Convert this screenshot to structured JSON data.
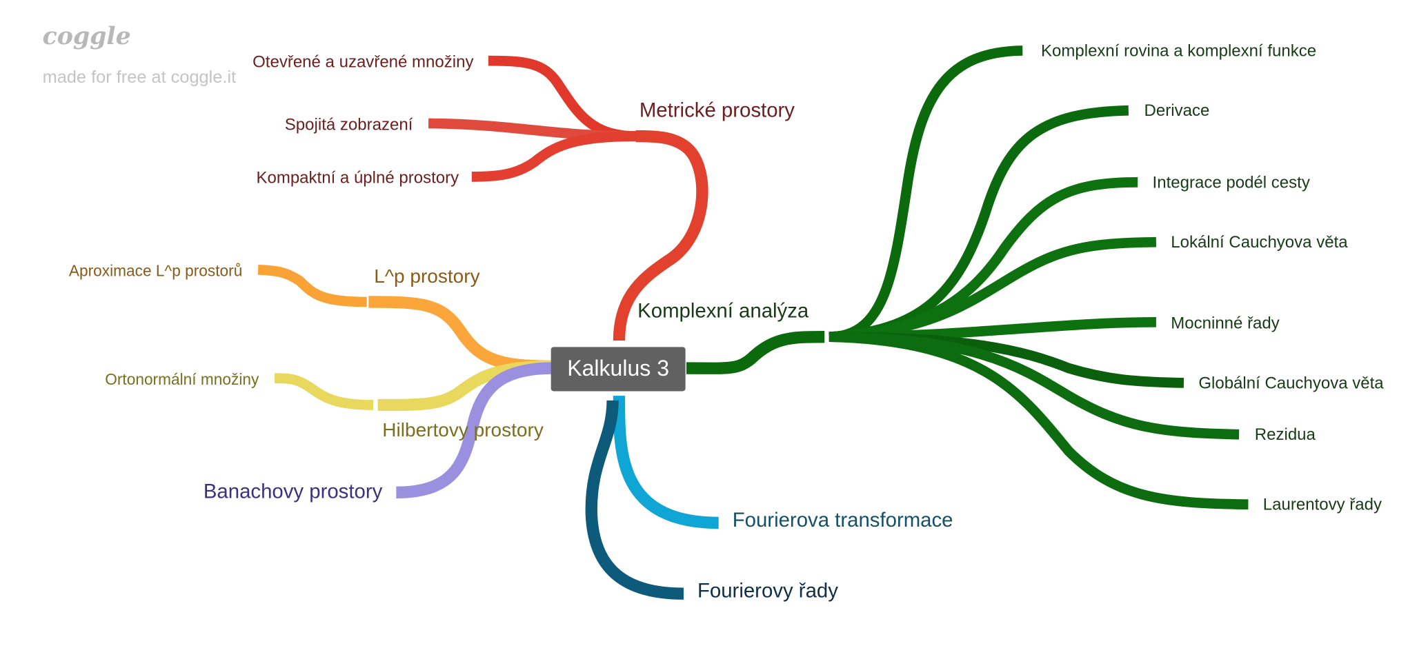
{
  "watermark": {
    "logo": "coggle",
    "tagline": "made for free at coggle.it"
  },
  "root": {
    "label": "Kalkulus 3",
    "color": "#616161"
  },
  "branches": [
    {
      "label": "Metrické prostory",
      "color": "#e04632",
      "text_color": "#6b2020",
      "children": [
        {
          "label": "Otevřené a uzavřené množiny"
        },
        {
          "label": "Spojitá zobrazení"
        },
        {
          "label": "Kompaktní a úplné prostory"
        }
      ]
    },
    {
      "label": "Komplexní analýza",
      "color": "#0b6b0e",
      "text_color": "#173b17",
      "children": [
        {
          "label": "Komplexní rovina a komplexní funkce"
        },
        {
          "label": "Derivace"
        },
        {
          "label": "Integrace podél cesty"
        },
        {
          "label": "Lokální Cauchyova věta"
        },
        {
          "label": "Mocninné řady"
        },
        {
          "label": "Globální Cauchyova věta"
        },
        {
          "label": "Rezidua"
        },
        {
          "label": "Laurentovy řady"
        }
      ]
    },
    {
      "label": "L^p prostory",
      "color": "#fba63a",
      "text_color": "#8a5a1a",
      "children": [
        {
          "label": "Aproximace L^p prostorů"
        }
      ]
    },
    {
      "label": "Hilbertovy prostory",
      "color": "#e8d95e",
      "text_color": "#7a6e20",
      "children": [
        {
          "label": "Ortonormální množiny"
        }
      ]
    },
    {
      "label": "Banachovy prostory",
      "color": "#9b90e0",
      "text_color": "#3a3180",
      "children": []
    },
    {
      "label": "Fourierova transformace",
      "color": "#0fa6d6",
      "text_color": "#14506a",
      "children": []
    },
    {
      "label": "Fourierovy řady",
      "color": "#0d5a7a",
      "text_color": "#0e2f45",
      "children": []
    }
  ]
}
